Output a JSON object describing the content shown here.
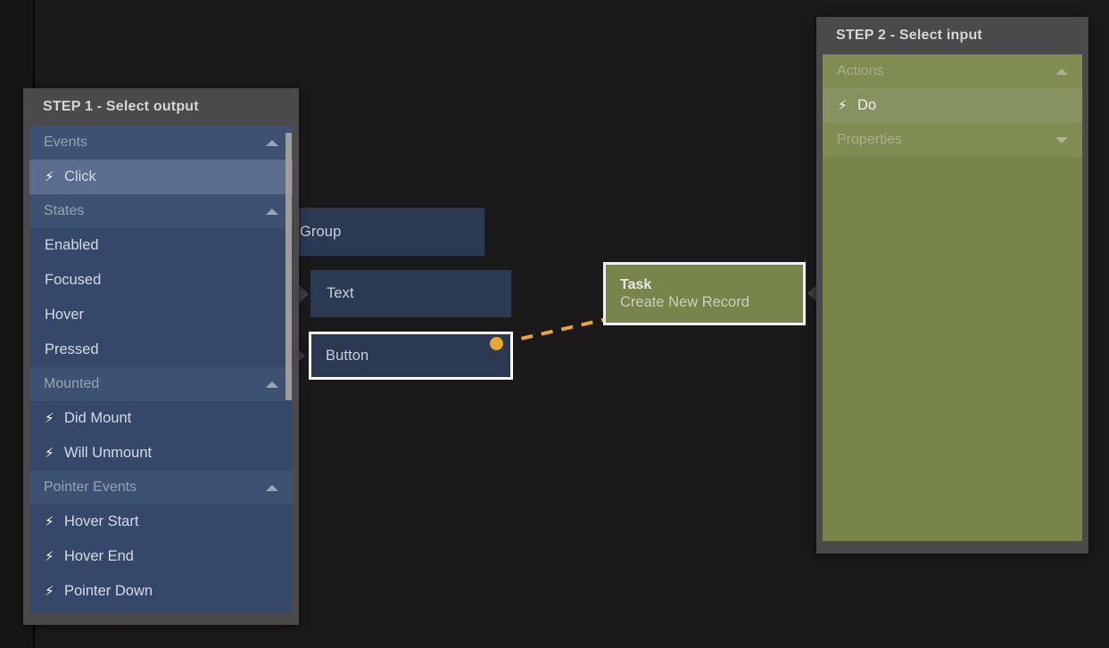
{
  "canvas": {
    "background_color": "#1a1a1a",
    "nodes": [
      {
        "id": "group",
        "label": "Group",
        "type": "element"
      },
      {
        "id": "text",
        "label": "Text",
        "type": "element"
      },
      {
        "id": "button",
        "label": "Button",
        "type": "element",
        "selected": true
      },
      {
        "id": "task",
        "label": "Task",
        "sublabel": "Create New Record",
        "type": "task",
        "selected": true,
        "color": "#77854a"
      }
    ],
    "connection": {
      "from": "button",
      "to": "task",
      "style": "dashed",
      "color": "#e9a72c"
    }
  },
  "step1_panel": {
    "title": "STEP 1 - Select output",
    "accent_color": "#35486a",
    "sections": [
      {
        "name": "Events",
        "expanded": true,
        "caret": "caret-up-icon",
        "items": [
          {
            "label": "Click",
            "icon": "bolt-icon",
            "selected": true
          }
        ]
      },
      {
        "name": "States",
        "expanded": true,
        "caret": "caret-up-icon",
        "items": [
          {
            "label": "Enabled",
            "icon": null,
            "selected": false
          },
          {
            "label": "Focused",
            "icon": null,
            "selected": false
          },
          {
            "label": "Hover",
            "icon": null,
            "selected": false
          },
          {
            "label": "Pressed",
            "icon": null,
            "selected": false
          }
        ]
      },
      {
        "name": "Mounted",
        "expanded": true,
        "caret": "caret-up-icon",
        "items": [
          {
            "label": "Did Mount",
            "icon": "bolt-icon",
            "selected": false
          },
          {
            "label": "Will Unmount",
            "icon": "bolt-icon",
            "selected": false
          }
        ]
      },
      {
        "name": "Pointer Events",
        "expanded": true,
        "caret": "caret-up-icon",
        "items": [
          {
            "label": "Hover Start",
            "icon": "bolt-icon",
            "selected": false
          },
          {
            "label": "Hover End",
            "icon": "bolt-icon",
            "selected": false
          },
          {
            "label": "Pointer Down",
            "icon": "bolt-icon",
            "selected": false
          }
        ]
      }
    ]
  },
  "step2_panel": {
    "title": "STEP 2 - Select input",
    "accent_color": "#77854a",
    "sections": [
      {
        "name": "Actions",
        "expanded": true,
        "caret": "caret-up-icon",
        "items": [
          {
            "label": "Do",
            "icon": "bolt-icon",
            "selected": true
          }
        ]
      },
      {
        "name": "Properties",
        "expanded": false,
        "caret": "caret-down-icon",
        "items": []
      }
    ]
  }
}
